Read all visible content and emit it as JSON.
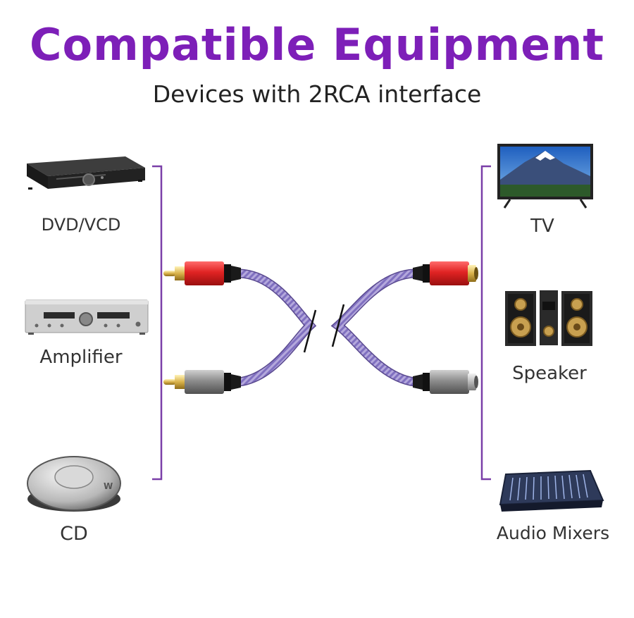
{
  "header": {
    "title": "Compatible Equipment",
    "subtitle": "Devices with 2RCA interface"
  },
  "left_devices": [
    {
      "label": "DVD/VCD",
      "icon": "dvd-player-icon"
    },
    {
      "label": "Amplifier",
      "icon": "amplifier-icon"
    },
    {
      "label": "CD",
      "icon": "cd-player-icon"
    }
  ],
  "right_devices": [
    {
      "label": "TV",
      "icon": "tv-icon"
    },
    {
      "label": "Speaker",
      "icon": "speaker-icon"
    },
    {
      "label": "Audio Mixers",
      "icon": "audio-mixer-icon"
    }
  ],
  "cable": {
    "icon": "rca-cable-icon",
    "break_icon": "cable-break-icon"
  },
  "colors": {
    "accent": "#7d1fb8",
    "bracket": "#7a3fa8",
    "plug_red": "#d91f1f",
    "plug_gray": "#8e8e8e",
    "braid": "#9c8cd0"
  }
}
